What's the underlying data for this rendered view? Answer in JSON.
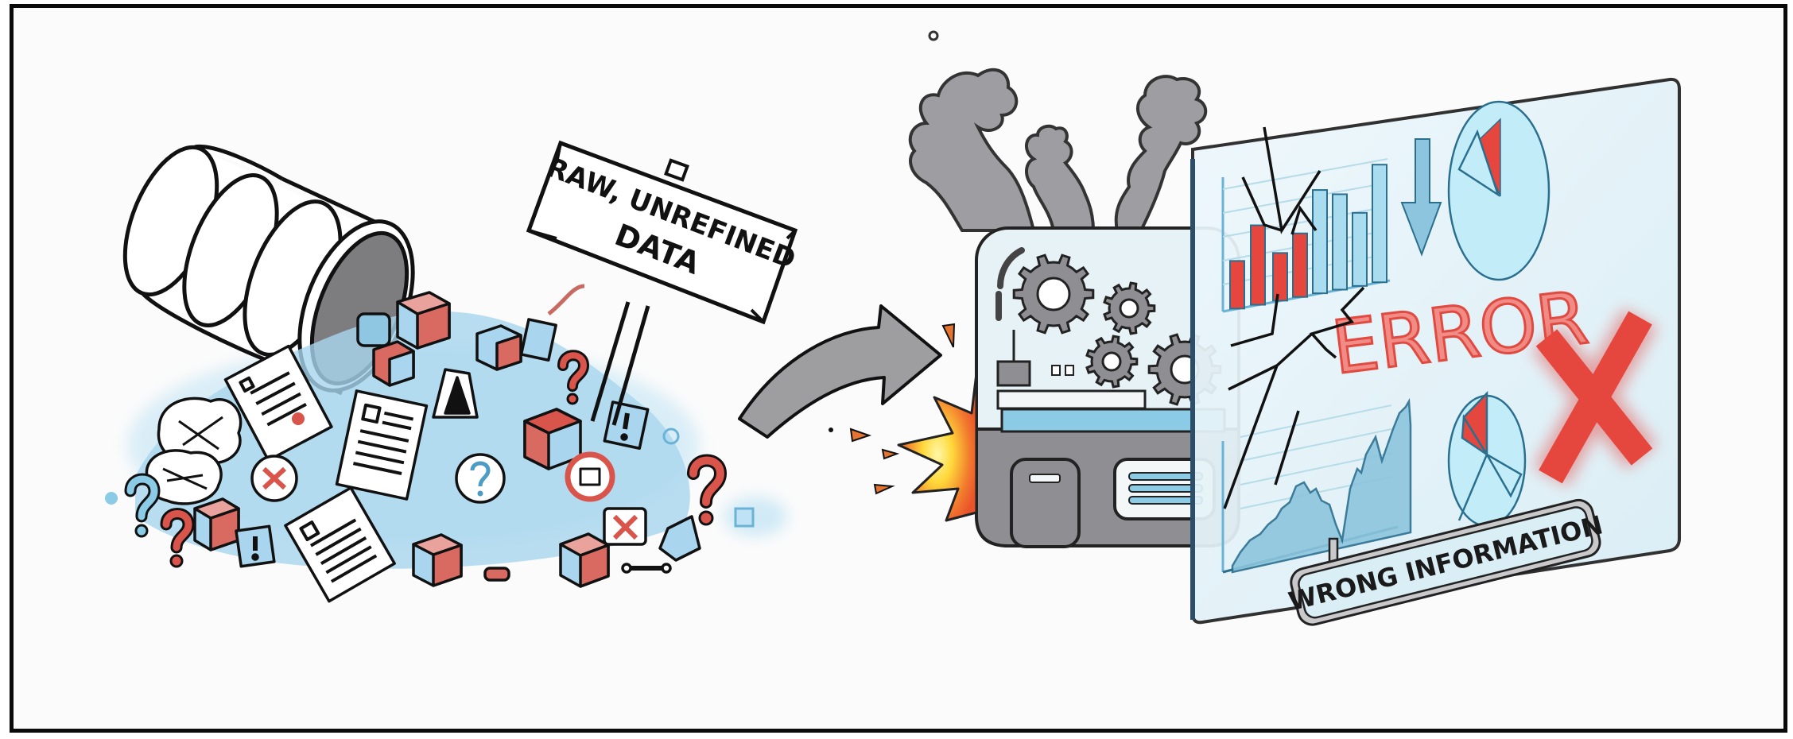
{
  "left_scene": {
    "sign_label_line1": "RAW, UNREFINED",
    "sign_label_line2": "DATA"
  },
  "right_scene": {
    "screen_headline": "ERROR",
    "hanging_sign_label": "WRONG INFORMATION"
  },
  "colors": {
    "frame": "#0a0a0a",
    "accent_red": "#e5473f",
    "accent_blue": "#8ccbe6",
    "glass": "#e3f2f8",
    "machine_gray": "#8f8f93",
    "smoke_gray": "#9e9ea2",
    "explosion_orange": "#f06a2c",
    "explosion_yellow": "#ffe34d"
  },
  "icons": [
    "barrel-icon",
    "gear-icon",
    "smoke-icon",
    "explosion-icon",
    "curved-arrow-icon",
    "down-arrow-icon",
    "x-mark-icon",
    "question-mark-icon",
    "document-icon",
    "pie-chart-icon",
    "bar-chart-icon",
    "area-chart-icon"
  ]
}
